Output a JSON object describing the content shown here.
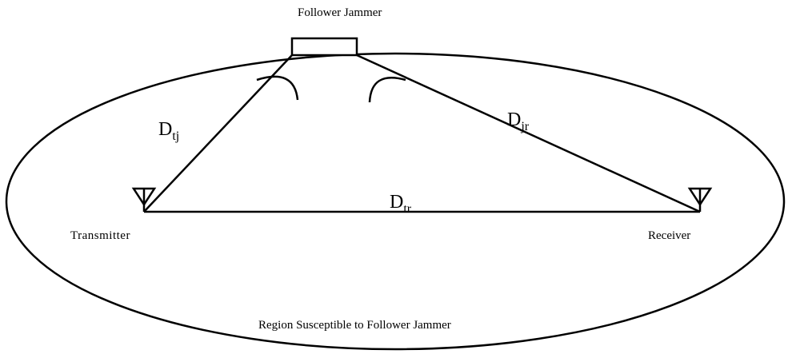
{
  "diagram": {
    "jammer_label": "Follower Jammer",
    "transmitter_label": "Transmitter",
    "receiver_label": "Receiver",
    "region_label": "Region Susceptible to Follower Jammer",
    "distances": {
      "tj": {
        "main": "D",
        "sub": "tj"
      },
      "jr": {
        "main": "D",
        "sub": "jr"
      },
      "tr": {
        "main": "D",
        "sub": "tr"
      }
    }
  }
}
